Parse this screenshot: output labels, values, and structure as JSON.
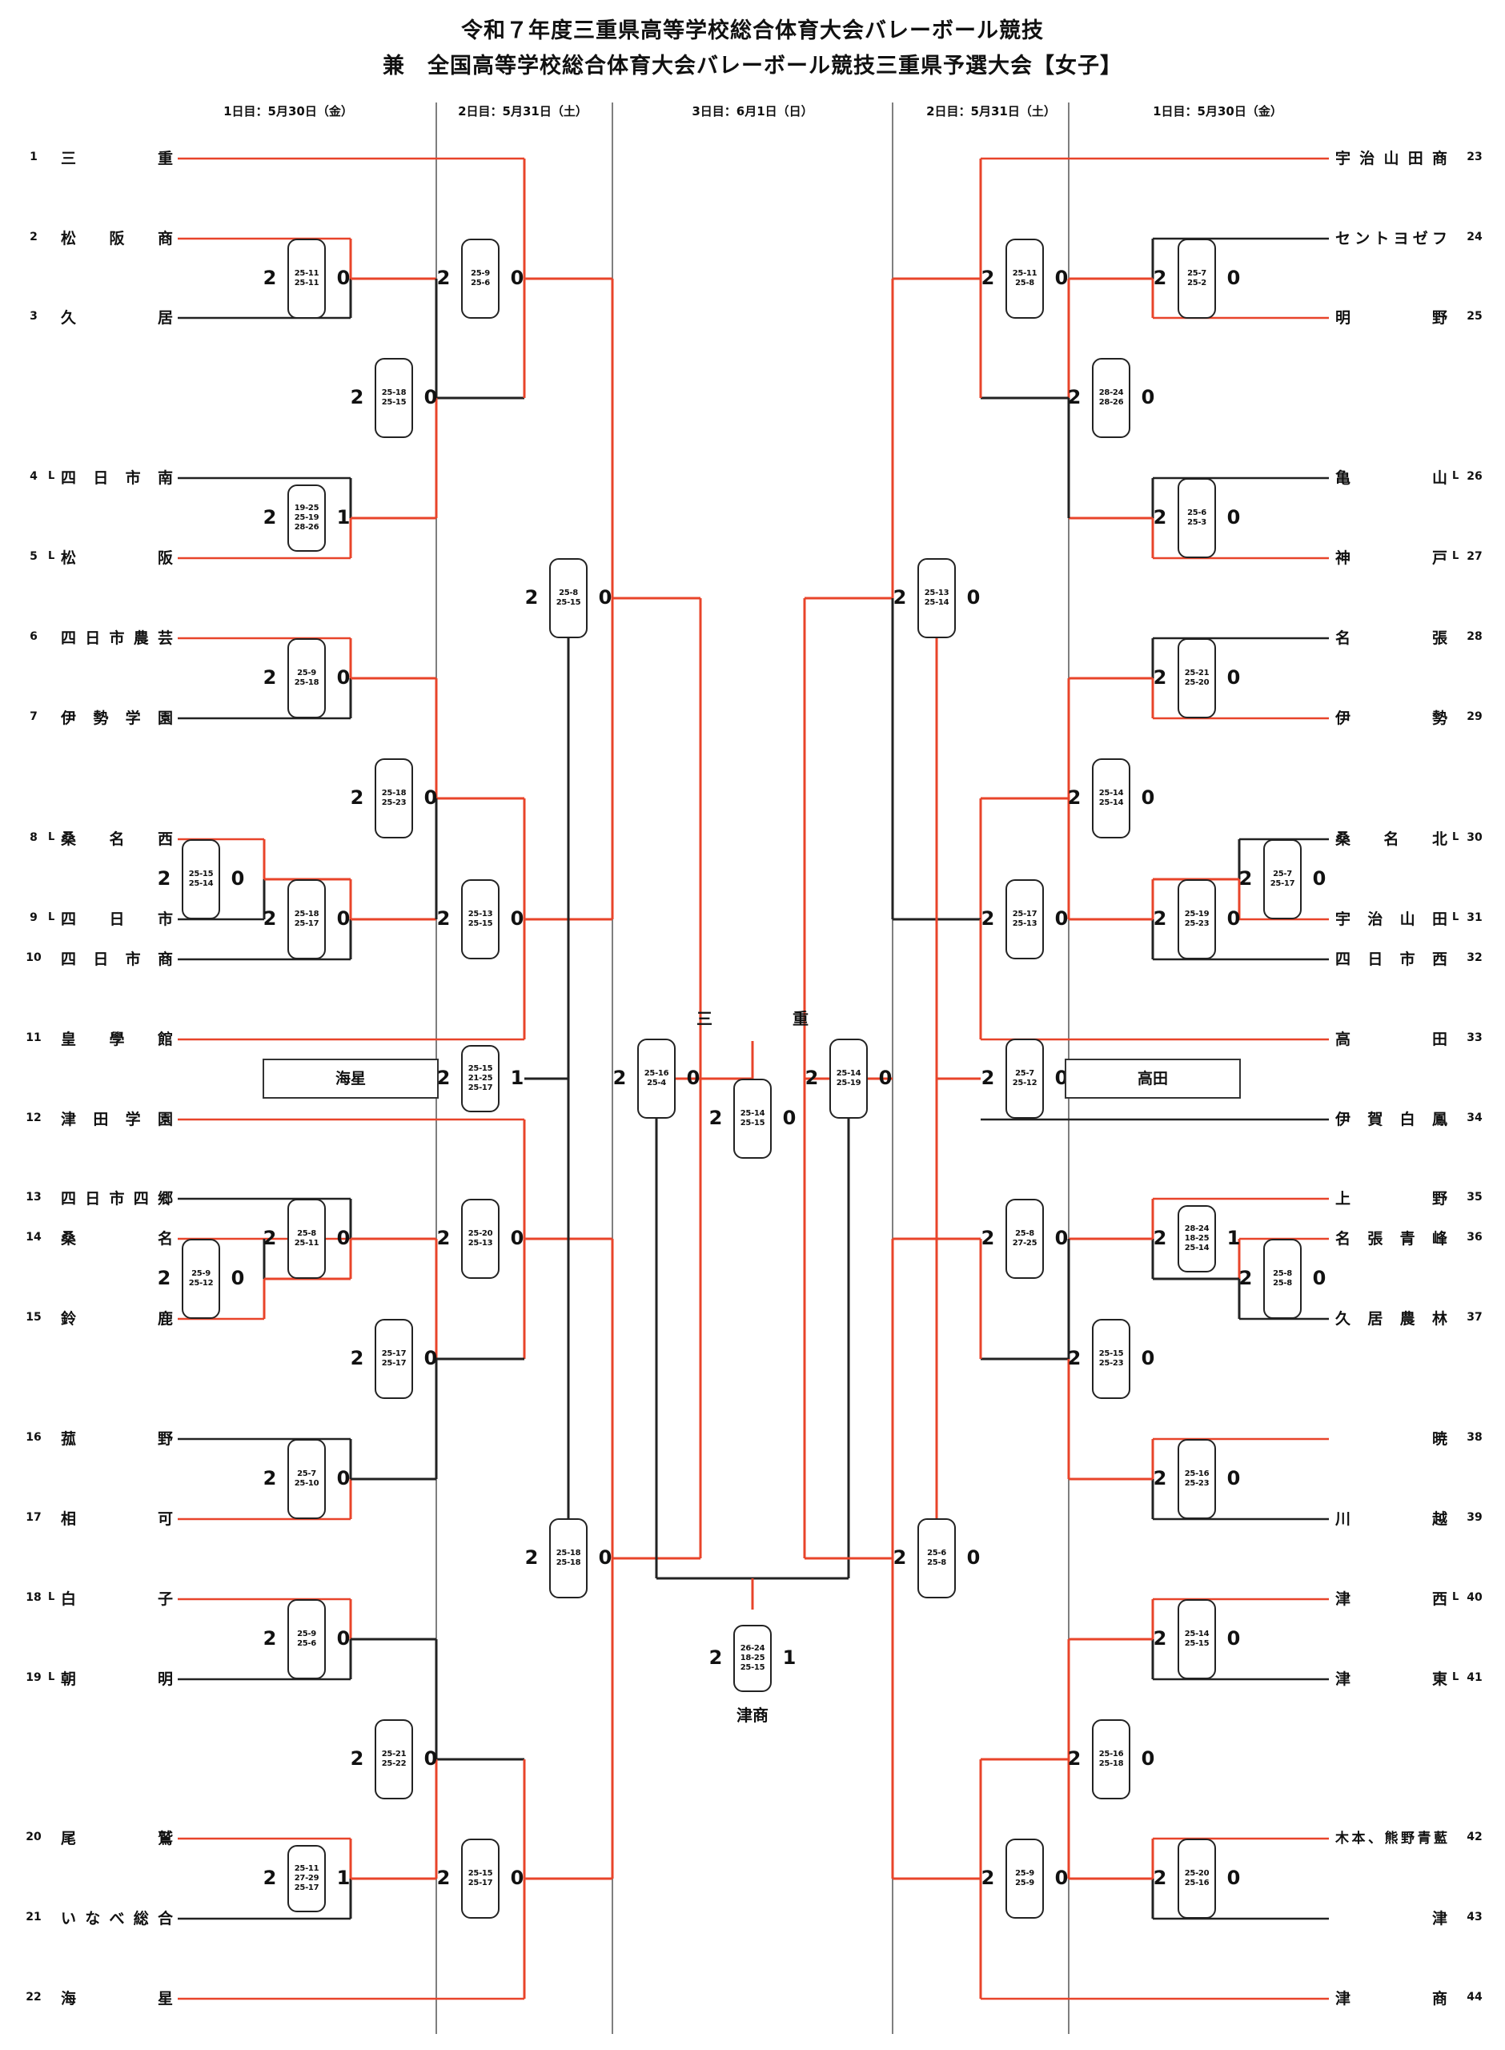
{
  "title": {
    "line1": "令和７年度三重県高等学校総合体育大会バレーボール競技",
    "line2": "兼　全国高等学校総合体育大会バレーボール競技三重県予選大会【女子】"
  },
  "days": {
    "left_day1": "1日目：5月30日（金）",
    "left_day2": "2日目：5月31日（土）",
    "center_day3": "3日目：6月1日（日）",
    "right_day2": "2日目：5月31日（土）",
    "right_day1": "1日目：5月30日（金）"
  },
  "left_teams": [
    {
      "num": "1",
      "name": "三　　重",
      "l": ""
    },
    {
      "num": "2",
      "name": "松阪商",
      "l": ""
    },
    {
      "num": "3",
      "name": "久　　居",
      "l": ""
    },
    {
      "num": "4",
      "name": "四日市南",
      "l": "L"
    },
    {
      "num": "5",
      "name": "松　　阪",
      "l": "L"
    },
    {
      "num": "6",
      "name": "四日市農芸",
      "l": ""
    },
    {
      "num": "7",
      "name": "伊勢学園",
      "l": ""
    },
    {
      "num": "8",
      "name": "桑名西",
      "l": "L"
    },
    {
      "num": "9",
      "name": "四日市",
      "l": "L"
    },
    {
      "num": "10",
      "name": "四日市商",
      "l": ""
    },
    {
      "num": "11",
      "name": "皇學館",
      "l": ""
    },
    {
      "num": "12",
      "name": "津田学園",
      "l": ""
    },
    {
      "num": "13",
      "name": "四日市四郷",
      "l": ""
    },
    {
      "num": "14",
      "name": "桑　　名",
      "l": ""
    },
    {
      "num": "15",
      "name": "鈴　　鹿",
      "l": ""
    },
    {
      "num": "16",
      "name": "菰　　野",
      "l": ""
    },
    {
      "num": "17",
      "name": "相　　可",
      "l": ""
    },
    {
      "num": "18",
      "name": "白　　子",
      "l": "L"
    },
    {
      "num": "19",
      "name": "朝　　明",
      "l": "L"
    },
    {
      "num": "20",
      "name": "尾　　鷲",
      "l": ""
    },
    {
      "num": "21",
      "name": "いなべ総合",
      "l": ""
    },
    {
      "num": "22",
      "name": "海　　星",
      "l": ""
    }
  ],
  "right_teams": [
    {
      "num": "23",
      "name": "宇治山田商",
      "l": ""
    },
    {
      "num": "24",
      "name": "セントヨゼフ",
      "l": ""
    },
    {
      "num": "25",
      "name": "明　　野",
      "l": ""
    },
    {
      "num": "26",
      "name": "亀　　山",
      "l": "L"
    },
    {
      "num": "27",
      "name": "神　　戸",
      "l": "L"
    },
    {
      "num": "28",
      "name": "名　　張",
      "l": ""
    },
    {
      "num": "29",
      "name": "伊　　勢",
      "l": ""
    },
    {
      "num": "30",
      "name": "桑名北",
      "l": "L"
    },
    {
      "num": "31",
      "name": "宇治山田",
      "l": "L"
    },
    {
      "num": "32",
      "name": "四日市西",
      "l": ""
    },
    {
      "num": "33",
      "name": "高　　田",
      "l": ""
    },
    {
      "num": "34",
      "name": "伊賀白鳳",
      "l": ""
    },
    {
      "num": "35",
      "name": "上　　野",
      "l": ""
    },
    {
      "num": "36",
      "name": "名張青峰",
      "l": ""
    },
    {
      "num": "37",
      "name": "久居農林",
      "l": ""
    },
    {
      "num": "38",
      "name": "暁",
      "l": ""
    },
    {
      "num": "39",
      "name": "川　　越",
      "l": ""
    },
    {
      "num": "40",
      "name": "津　　西",
      "l": "L"
    },
    {
      "num": "41",
      "name": "津　　東",
      "l": "L"
    },
    {
      "num": "42",
      "name": "木本、熊野青藍",
      "l": ""
    },
    {
      "num": "43",
      "name": "津",
      "l": ""
    },
    {
      "num": "44",
      "name": "津　　商",
      "l": ""
    }
  ],
  "matches": [
    {
      "w": "2",
      "l": "0",
      "sets": [
        "25-11",
        "25-11"
      ]
    },
    {
      "w": "2",
      "l": "1",
      "sets": [
        "19-25",
        "25-19",
        "28-26"
      ]
    },
    {
      "w": "2",
      "l": "0",
      "sets": [
        "25-9",
        "25-18"
      ]
    },
    {
      "w": "2",
      "l": "0",
      "sets": [
        "25-15",
        "25-14"
      ]
    },
    {
      "w": "2",
      "l": "0",
      "sets": [
        "25-18",
        "25-17"
      ]
    },
    {
      "w": "2",
      "l": "0",
      "sets": [
        "25-8",
        "25-11"
      ]
    },
    {
      "w": "2",
      "l": "0",
      "sets": [
        "25-9",
        "25-12"
      ]
    },
    {
      "w": "2",
      "l": "0",
      "sets": [
        "25-7",
        "25-10"
      ]
    },
    {
      "w": "2",
      "l": "0",
      "sets": [
        "25-9",
        "25-6"
      ]
    },
    {
      "w": "2",
      "l": "1",
      "sets": [
        "25-11",
        "27-29",
        "25-17"
      ]
    },
    {
      "w": "2",
      "l": "0",
      "sets": [
        "25-9",
        "25-6"
      ]
    },
    {
      "w": "2",
      "l": "0",
      "sets": [
        "25-18",
        "25-15"
      ]
    },
    {
      "w": "2",
      "l": "0",
      "sets": [
        "25-18",
        "25-23"
      ]
    },
    {
      "w": "2",
      "l": "0",
      "sets": [
        "25-13",
        "25-15"
      ]
    },
    {
      "w": "2",
      "l": "1",
      "sets": [
        "25-15",
        "21-25",
        "25-17"
      ]
    },
    {
      "w": "2",
      "l": "0",
      "sets": [
        "25-20",
        "25-13"
      ]
    },
    {
      "w": "2",
      "l": "0",
      "sets": [
        "25-17",
        "25-17"
      ]
    },
    {
      "w": "2",
      "l": "0",
      "sets": [
        "25-21",
        "25-22"
      ]
    },
    {
      "w": "2",
      "l": "0",
      "sets": [
        "25-15",
        "25-17"
      ]
    },
    {
      "w": "2",
      "l": "0",
      "sets": [
        "25-8",
        "25-15"
      ]
    },
    {
      "w": "2",
      "l": "0",
      "sets": [
        "25-18",
        "25-18"
      ]
    },
    {
      "w": "2",
      "l": "0",
      "sets": [
        "25-16",
        "25-4"
      ]
    },
    {
      "w": "2",
      "l": "0",
      "sets": [
        "25-14",
        "25-15"
      ]
    },
    {
      "w": "2",
      "l": "0",
      "sets": [
        "25-14",
        "25-19"
      ]
    },
    {
      "w": "2",
      "l": "1",
      "sets": [
        "26-24",
        "18-25",
        "25-15"
      ]
    },
    {
      "w": "2",
      "l": "0",
      "sets": [
        "25-11",
        "25-8"
      ]
    },
    {
      "w": "2",
      "l": "0",
      "sets": [
        "25-7",
        "25-2"
      ]
    },
    {
      "w": "2",
      "l": "0",
      "sets": [
        "28-24",
        "28-26"
      ]
    },
    {
      "w": "2",
      "l": "0",
      "sets": [
        "25-6",
        "25-3"
      ]
    },
    {
      "w": "2",
      "l": "0",
      "sets": [
        "25-13",
        "25-14"
      ]
    },
    {
      "w": "2",
      "l": "0",
      "sets": [
        "25-21",
        "25-20"
      ]
    },
    {
      "w": "2",
      "l": "0",
      "sets": [
        "25-14",
        "25-14"
      ]
    },
    {
      "w": "2",
      "l": "0",
      "sets": [
        "25-7",
        "25-17"
      ]
    },
    {
      "w": "2",
      "l": "0",
      "sets": [
        "25-19",
        "25-23"
      ]
    },
    {
      "w": "2",
      "l": "0",
      "sets": [
        "25-17",
        "25-13"
      ]
    },
    {
      "w": "2",
      "l": "0",
      "sets": [
        "25-7",
        "25-12"
      ]
    },
    {
      "w": "2",
      "l": "1",
      "sets": [
        "28-24",
        "18-25",
        "25-14"
      ]
    },
    {
      "w": "2",
      "l": "0",
      "sets": [
        "25-8",
        "25-8"
      ]
    },
    {
      "w": "2",
      "l": "0",
      "sets": [
        "25-8",
        "27-25"
      ]
    },
    {
      "w": "2",
      "l": "0",
      "sets": [
        "25-15",
        "25-23"
      ]
    },
    {
      "w": "2",
      "l": "0",
      "sets": [
        "25-16",
        "25-23"
      ]
    },
    {
      "w": "2",
      "l": "0",
      "sets": [
        "25-6",
        "25-8"
      ]
    },
    {
      "w": "2",
      "l": "0",
      "sets": [
        "25-14",
        "25-15"
      ]
    },
    {
      "w": "2",
      "l": "0",
      "sets": [
        "25-16",
        "25-18"
      ]
    },
    {
      "w": "2",
      "l": "0",
      "sets": [
        "25-20",
        "25-16"
      ]
    },
    {
      "w": "2",
      "l": "0",
      "sets": [
        "25-9",
        "25-9"
      ]
    }
  ],
  "seeds": {
    "left": "海星",
    "right": "高田"
  },
  "champion": "三　　重",
  "runner_up": "津商",
  "colors": {
    "winner_line": "#e8442a",
    "loser_line": "#222222",
    "divider": "#555555"
  }
}
